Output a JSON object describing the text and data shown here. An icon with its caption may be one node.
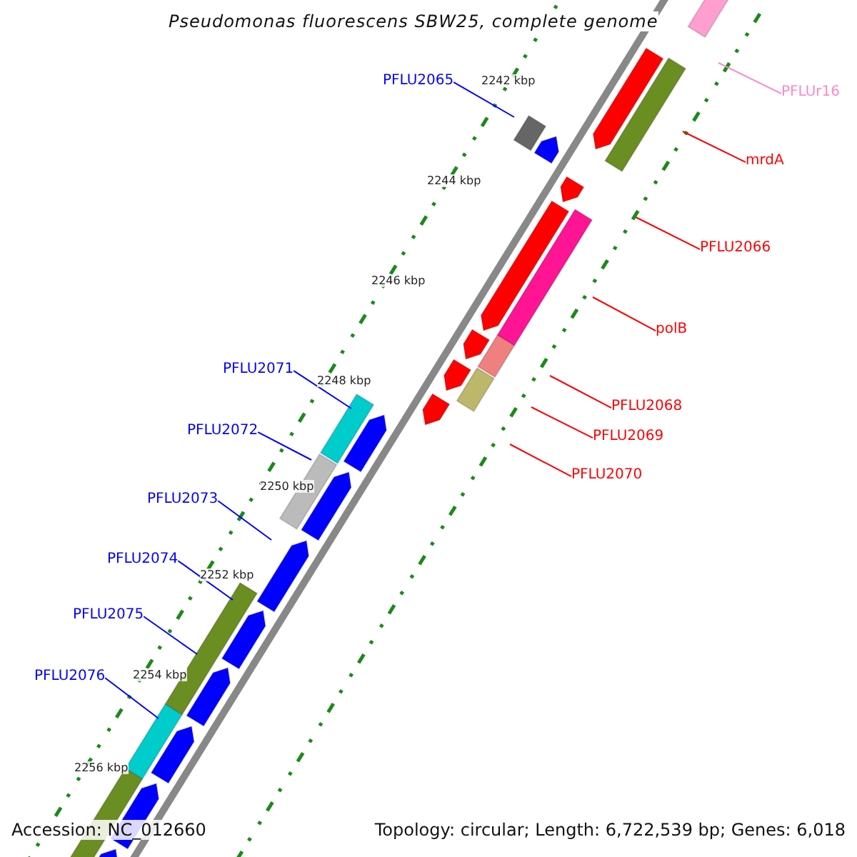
{
  "diagram": {
    "title": "Pseudomonas fluorescens SBW25, complete genome",
    "nodes": [
      {
        "text": [
          "PFLU2065"
        ]
      },
      {
        "text": [
          "PFLUr16"
        ]
      },
      {
        "text": [
          "mrdA"
        ]
      },
      {
        "text": [
          "PFLU2066"
        ]
      },
      {
        "text": [
          "polB"
        ]
      },
      {
        "text": [
          "PFLU2068"
        ]
      },
      {
        "text": [
          "PFLU2069"
        ]
      },
      {
        "text": [
          "PFLU2070"
        ]
      },
      {
        "text": [
          "PFLU2071"
        ]
      },
      {
        "text": [
          "PFLU2072"
        ]
      },
      {
        "text": [
          "PFLU2073"
        ]
      },
      {
        "text": [
          "PFLU2074"
        ]
      },
      {
        "text": [
          "PFLU2075"
        ]
      },
      {
        "text": [
          "PFLU2076"
        ]
      }
    ],
    "edges": [
      {
        "from": 0,
        "to": null,
        "arrow": "none",
        "color": "#0000ff"
      },
      {
        "from": 1,
        "to": null,
        "arrow": "none",
        "color": "#ff88c8"
      },
      {
        "from": 2,
        "to": null,
        "arrow": "none",
        "color": "#ff0000"
      },
      {
        "from": 3,
        "to": null,
        "arrow": "none",
        "color": "#ff0000"
      },
      {
        "from": 4,
        "to": null,
        "arrow": "none",
        "color": "#ff0000"
      },
      {
        "from": 5,
        "to": null,
        "arrow": "none",
        "color": "#ff0000"
      },
      {
        "from": 6,
        "to": null,
        "arrow": "none",
        "color": "#ff0000"
      },
      {
        "from": 7,
        "to": null,
        "arrow": "none",
        "color": "#ff0000"
      },
      {
        "from": 8,
        "to": null,
        "arrow": "none",
        "color": "#0000ff"
      },
      {
        "from": 9,
        "to": null,
        "arrow": "none",
        "color": "#0000ff"
      },
      {
        "from": 10,
        "to": null,
        "arrow": "none",
        "color": "#0000ff"
      },
      {
        "from": 11,
        "to": null,
        "arrow": "none",
        "color": "#0000ff"
      },
      {
        "from": 12,
        "to": null,
        "arrow": "none",
        "color": "#0000ff"
      },
      {
        "from": 13,
        "to": null,
        "arrow": "none",
        "color": "#0000ff"
      }
    ],
    "labels": [
      "2242 kbp",
      "2244 kbp",
      "2246 kbp",
      "2248 kbp",
      "2250 kbp",
      "2252 kbp",
      "2254 kbp",
      "2256 kbp",
      "Accession: NC_012660",
      "Topology: circular; Length: 6,722,539 bp; Genes: 6,018"
    ]
  }
}
